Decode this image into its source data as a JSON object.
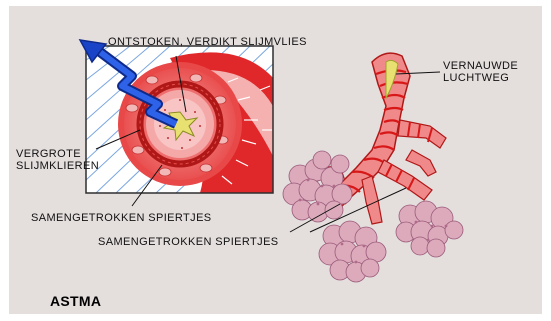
{
  "labels": {
    "inflamed": "ONTSTOKEN, VERDIKT SLIJMVLIES",
    "narrowed_line1": "VERNAUWDE",
    "narrowed_line2": "LUCHTWEG",
    "glands_line1": "VERGROTE",
    "glands_line2": "SLIJMKLIEREN",
    "contracted_1": "SAMENGETROKKEN  SPIERTJES",
    "contracted_2": "SAMENGETROKKEN  SPIERTJES"
  },
  "title": "ASTMA",
  "colors": {
    "background": "#e4dedd",
    "airway_red": "#e0282a",
    "tissue_pink": "#f08a8a",
    "alveoli": "#d8a5b5",
    "arrow_blue": "#1a44c8",
    "mucus_yellow": "#e8e070",
    "frame_blue": "#2e56d0"
  }
}
